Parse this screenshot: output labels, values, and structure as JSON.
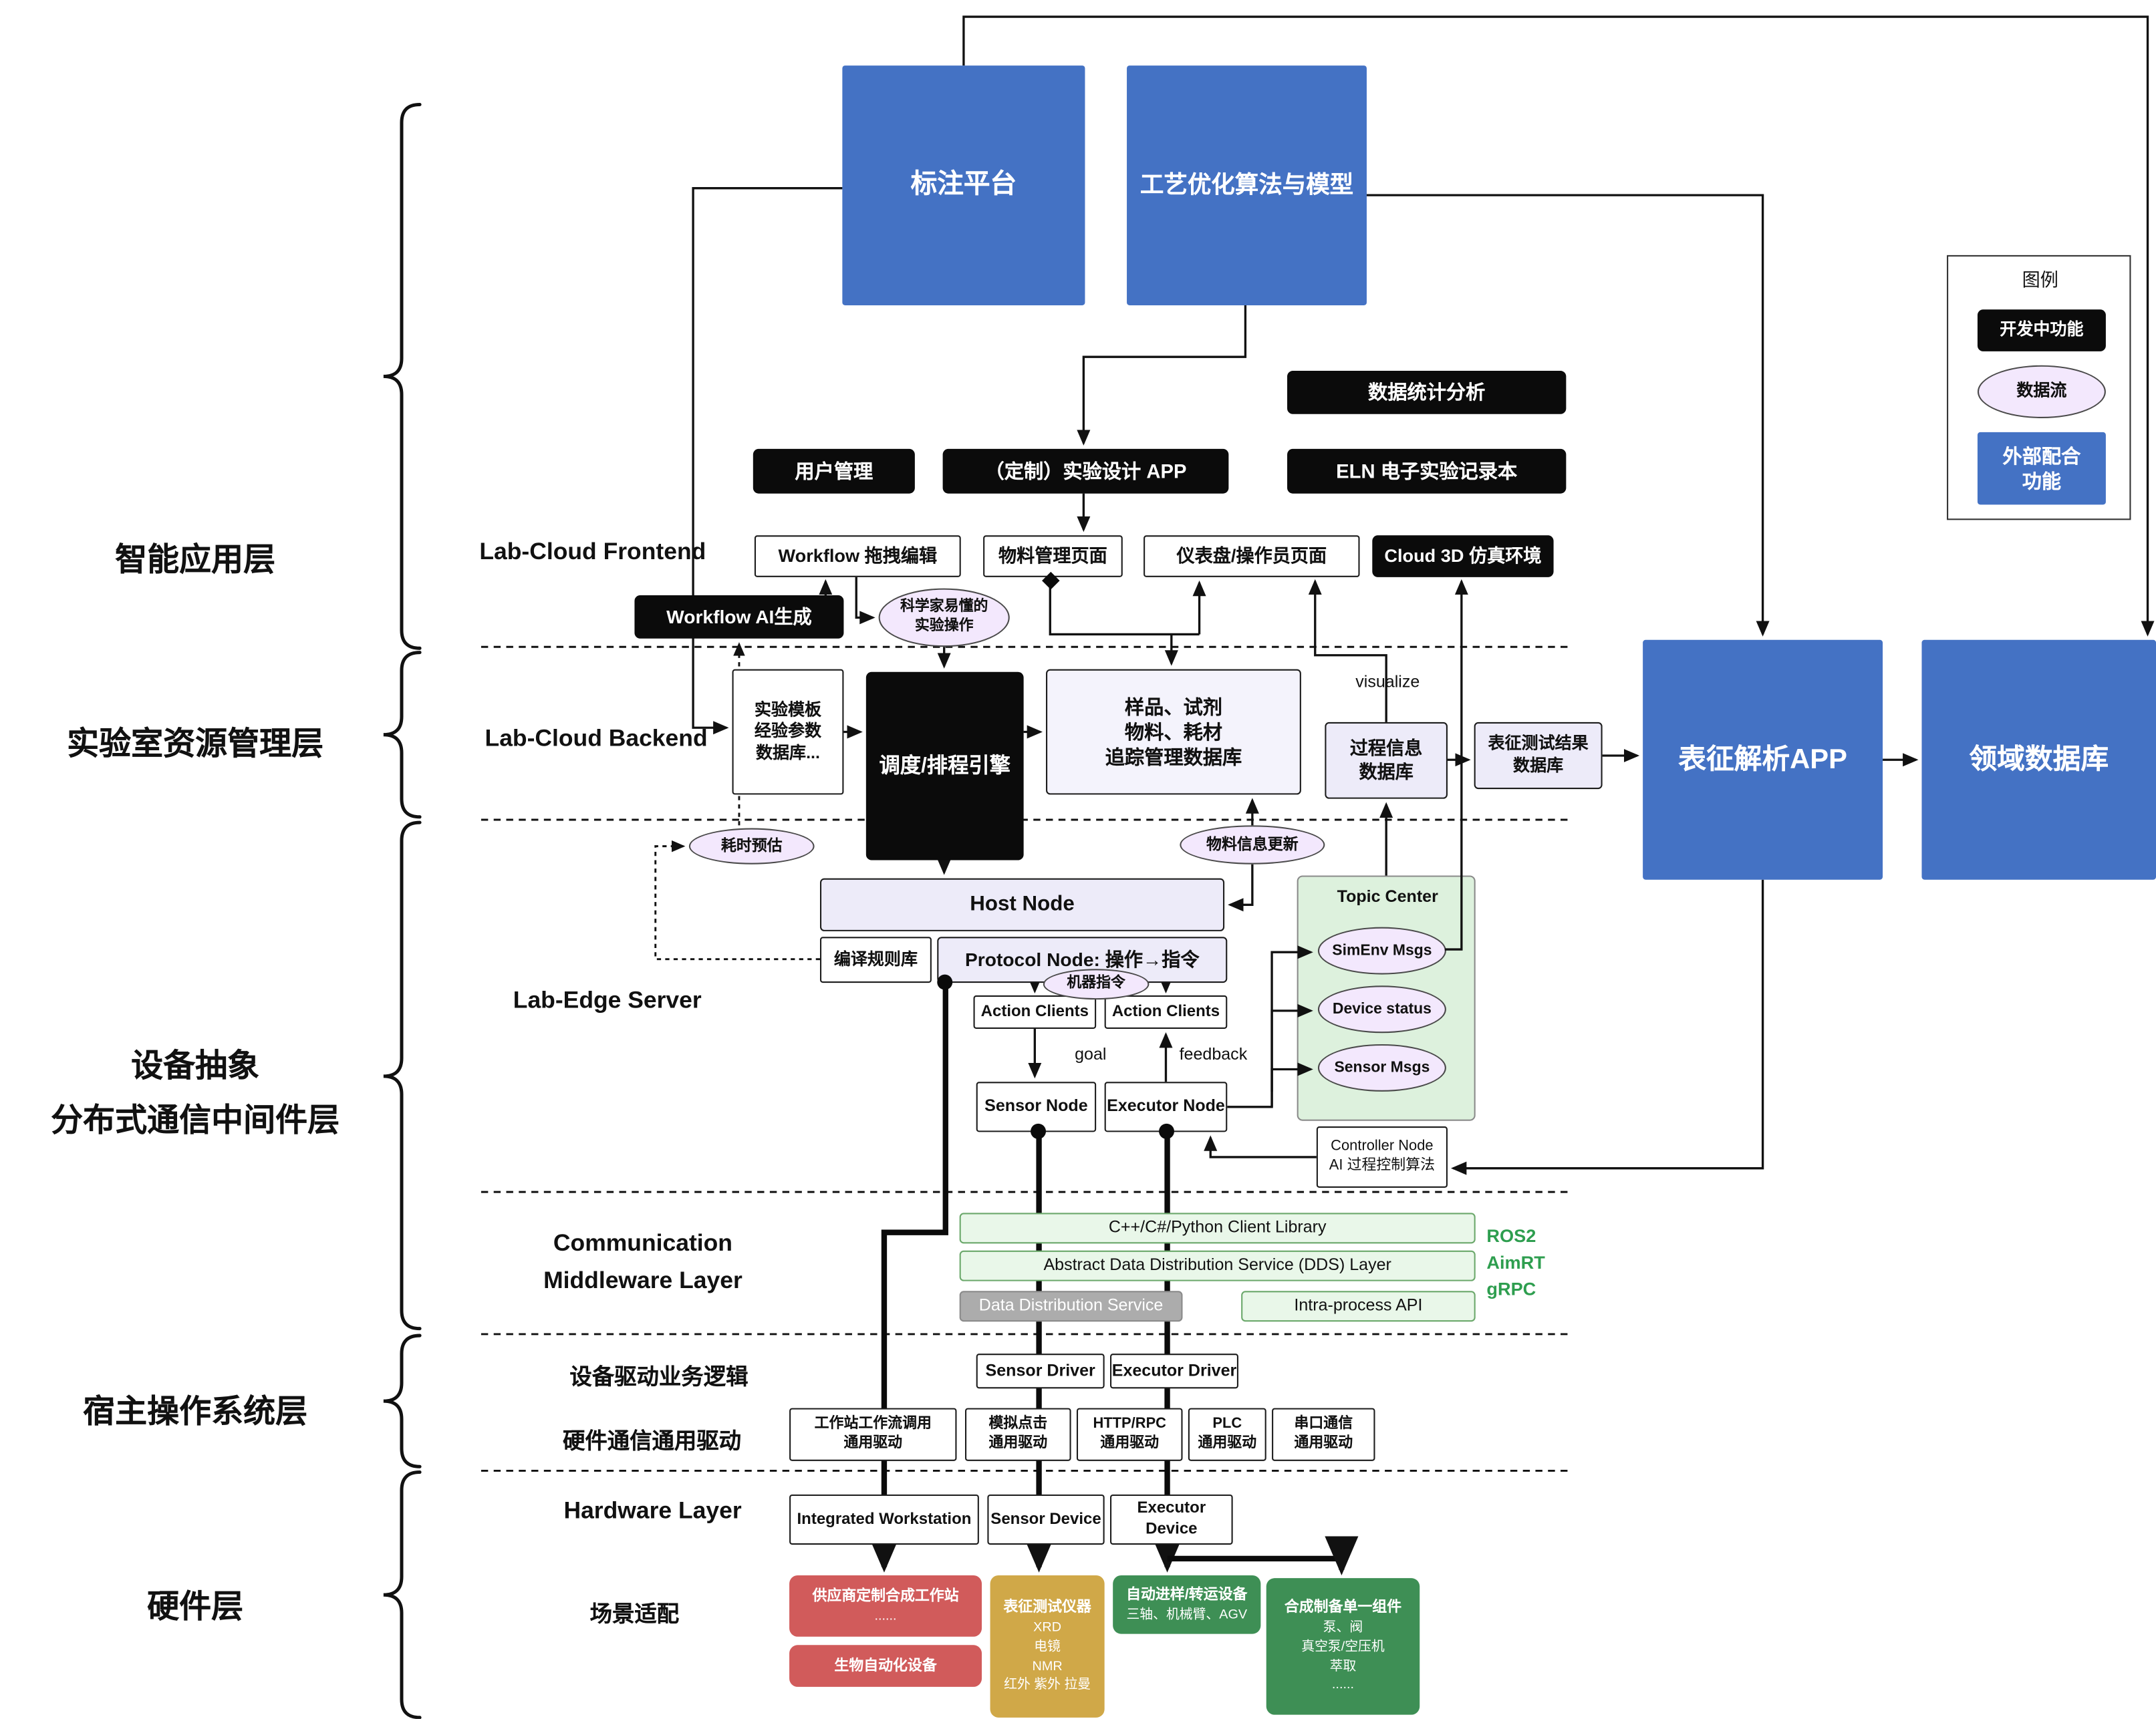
{
  "layers": {
    "app": "智能应用层",
    "resource": "实验室资源管理层",
    "device": "设备抽象\n分布式通信中间件层",
    "host_os": "宿主操作系统层",
    "hardware": "硬件层"
  },
  "sections": {
    "frontend": "Lab-Cloud Frontend",
    "backend": "Lab-Cloud Backend",
    "edge": "Lab-Edge Server",
    "comm": "Communication\nMiddleware Layer",
    "driver_logic": "设备驱动业务逻辑",
    "hw_driver": "硬件通信通用驱动",
    "hardware": "Hardware Layer",
    "scene": "场景适配"
  },
  "legend": {
    "title": "图例",
    "developing": "开发中功能",
    "dataflow": "数据流",
    "external": "外部配合\n功能"
  },
  "apps": {
    "annotation": "标注平台",
    "process_opt": "工艺优化算法与模型",
    "data_stats": "数据统计分析",
    "user_mgmt": "用户管理",
    "custom_app": "（定制）实验设计 APP",
    "eln": "ELN 电子实验记录本",
    "workflow_edit": "Workflow 拖拽编辑",
    "material_page": "物料管理页面",
    "dashboard_page": "仪表盘/操作员页面",
    "cloud3d": "Cloud 3D 仿真环境",
    "workflow_ai": "Workflow AI生成",
    "sci_ops": "科学家易懂的\n实验操作"
  },
  "backend": {
    "template_db": "实验模板\n经验参数\n数据库...",
    "scheduler": "调度/排程引擎",
    "sample_db": "样品、试剂\n物料、耗材\n追踪管理数据库",
    "visualize": "visualize",
    "process_db": "过程信息\n数据库",
    "charact_db": "表征测试结果\n数据库",
    "charact_app": "表征解析APP",
    "domain_db": "领域数据库",
    "time_est": "耗时预估",
    "material_update": "物料信息更新"
  },
  "edge": {
    "host_node": "Host Node",
    "rule_lib": "编译规则库",
    "protocol_node": "Protocol Node: 操作→指令",
    "machine_cmd": "机器指令",
    "action_clients": "Action Clients",
    "goal": "goal",
    "feedback": "feedback",
    "sensor_node": "Sensor Node",
    "executor_node": "Executor Node",
    "topic_center": "Topic Center",
    "simenv_msgs": "SimEnv Msgs",
    "device_status": "Device status",
    "sensor_msgs": "Sensor Msgs",
    "controller": "Controller Node\nAI 过程控制算法"
  },
  "middleware": {
    "client_lib": "C++/C#/Python Client Library",
    "dds_layer": "Abstract Data Distribution Service (DDS) Layer",
    "dds_service": "Data Distribution Service",
    "intra_api": "Intra-process API",
    "stack": "ROS2\nAimRT\ngRPC"
  },
  "drivers": {
    "sensor_driver": "Sensor Driver",
    "executor_driver": "Executor Driver",
    "d1": "工作站工作流调用\n通用驱动",
    "d2": "模拟点击\n通用驱动",
    "d3": "HTTP/RPC\n通用驱动",
    "d4": "PLC\n通用驱动",
    "d5": "串口通信\n通用驱动"
  },
  "hardware": {
    "workstation": "Integrated Workstation",
    "sensor_device": "Sensor Device",
    "executor_device": "Executor Device"
  },
  "scene": {
    "vendor_ws_title": "供应商定制合成工作站",
    "vendor_ws_body": "......",
    "bio": "生物自动化设备",
    "charact_title": "表征测试仪器",
    "charact_body": "XRD\n电镜\nNMR\n红外 紫外 拉曼",
    "transfer_title": "自动进样/转运设备",
    "transfer_body": "三轴、机械臂、AGV",
    "synth_title": "合成制备单一组件",
    "synth_body": "泵、阀\n真空泵/空压机\n萃取\n......"
  },
  "colors": {
    "blue": "#4472C4",
    "black": "#0B0B0B",
    "pill": "#F3E8FD",
    "topic_green": "#DDF1DD",
    "bar_green": "#E9F7E9",
    "red": "#D15B5B",
    "tan": "#D0A848",
    "green": "#3E8F55"
  }
}
